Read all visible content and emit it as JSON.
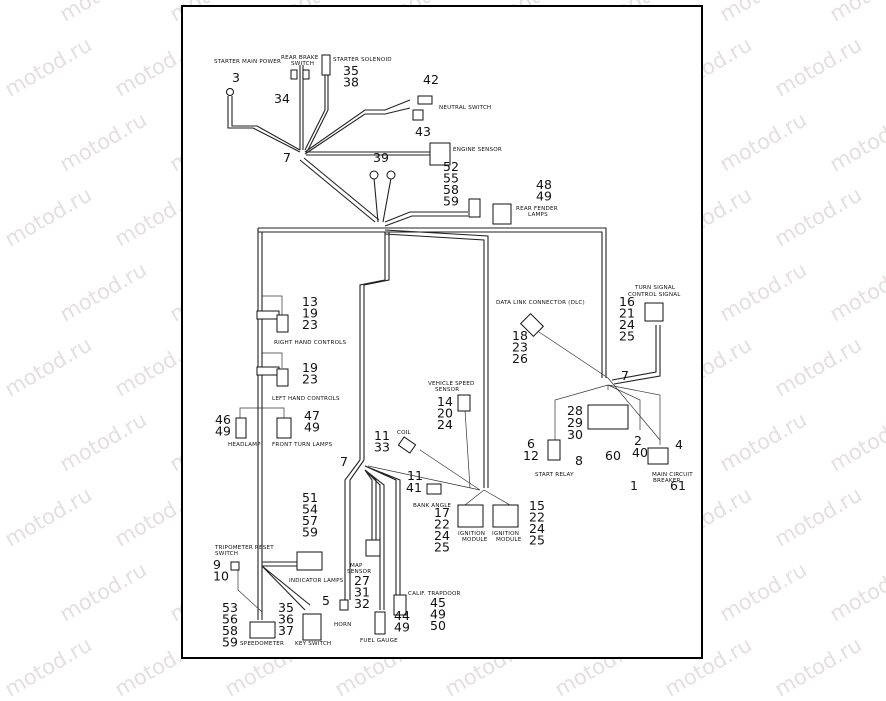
{
  "watermark": "motod.ru",
  "components": [
    {
      "id": "starter-main-power",
      "label": "STARTER MAIN POWER",
      "parts": [
        "3"
      ]
    },
    {
      "id": "rear-brake-switch",
      "label": "REAR BRAKE SWITCH",
      "parts": [
        "34"
      ]
    },
    {
      "id": "starter-solenoid",
      "label": "STARTER SOLENOID",
      "parts": [
        "35",
        "38"
      ]
    },
    {
      "id": "neutral-switch",
      "label": "NEUTRAL SWITCH",
      "parts": [
        "42",
        "43"
      ]
    },
    {
      "id": "engine-sensor",
      "label": "ENGINE SENSOR",
      "parts": [
        "52",
        "55",
        "58",
        "59"
      ]
    },
    {
      "id": "spark-plugs",
      "label": "",
      "parts": [
        "39"
      ]
    },
    {
      "id": "rear-fender-lamps",
      "label": "REAR FENDER LAMPS",
      "parts": [
        "48",
        "49"
      ]
    },
    {
      "id": "right-hand-controls",
      "label": "RIGHT HAND CONTROLS",
      "parts": [
        "13",
        "19",
        "23"
      ]
    },
    {
      "id": "left-hand-controls",
      "label": "LEFT HAND CONTROLS",
      "parts": [
        "19",
        "23"
      ]
    },
    {
      "id": "headlamp",
      "label": "HEADLAMP",
      "parts": [
        "46",
        "49"
      ]
    },
    {
      "id": "front-turn-lamps",
      "label": "FRONT TURN LAMPS",
      "parts": [
        "47",
        "49"
      ]
    },
    {
      "id": "data-link-connector",
      "label": "DATA LINK CONNECTOR (DLC)",
      "parts": [
        "18",
        "23",
        "26"
      ]
    },
    {
      "id": "turn-signal-control",
      "label": "TURN SIGNAL CONTROL SIGNAL",
      "parts": [
        "16",
        "21",
        "24",
        "25"
      ]
    },
    {
      "id": "vehicle-speed-sensor",
      "label": "VEHICLE SPEED SENSOR",
      "parts": [
        "14",
        "20",
        "24"
      ]
    },
    {
      "id": "coil",
      "label": "COIL",
      "parts": [
        "11",
        "33"
      ]
    },
    {
      "id": "bank-angle",
      "label": "BANK ANGLE",
      "parts": [
        "11",
        "41"
      ]
    },
    {
      "id": "ignition-module-left",
      "label": "IGNITION MODULE",
      "parts": [
        "17",
        "22",
        "24",
        "25"
      ]
    },
    {
      "id": "ignition-module-right",
      "label": "IGNITION MODULE",
      "parts": [
        "15",
        "22",
        "24",
        "25"
      ]
    },
    {
      "id": "fuse-block",
      "label": "",
      "parts": [
        "28",
        "29",
        "30",
        "60"
      ]
    },
    {
      "id": "start-relay",
      "label": "START RELAY",
      "parts": [
        "6",
        "12",
        "8"
      ]
    },
    {
      "id": "main-circuit-breaker",
      "label": "MAIN CIRCUIT BREAKER",
      "parts": [
        "2",
        "40",
        "4",
        "1",
        "61"
      ]
    },
    {
      "id": "indicator-lamps",
      "label": "INDICATOR LAMPS",
      "parts": [
        "51",
        "54",
        "57",
        "59"
      ]
    },
    {
      "id": "tripometer-reset-switch",
      "label": "TRIPOMETER RESET SWITCH",
      "parts": [
        "9",
        "10"
      ]
    },
    {
      "id": "map-sensor",
      "label": "MAP SENSOR",
      "parts": [
        "27",
        "31",
        "32"
      ]
    },
    {
      "id": "horn",
      "label": "HORN",
      "parts": [
        "5"
      ]
    },
    {
      "id": "calif-trapdoor",
      "label": "CALIF. TRAPDOOR",
      "parts": [
        "45",
        "49",
        "50"
      ]
    },
    {
      "id": "fuel-gauge",
      "label": "FUEL GAUGE",
      "parts": [
        "44",
        "49"
      ]
    },
    {
      "id": "speedometer",
      "label": "SPEEDOMETER",
      "parts": [
        "53",
        "56",
        "58",
        "59"
      ]
    },
    {
      "id": "key-switch",
      "label": "KEY SWITCH",
      "parts": [
        "35",
        "36",
        "37"
      ]
    }
  ],
  "ties": [
    "7",
    "7",
    "7"
  ]
}
